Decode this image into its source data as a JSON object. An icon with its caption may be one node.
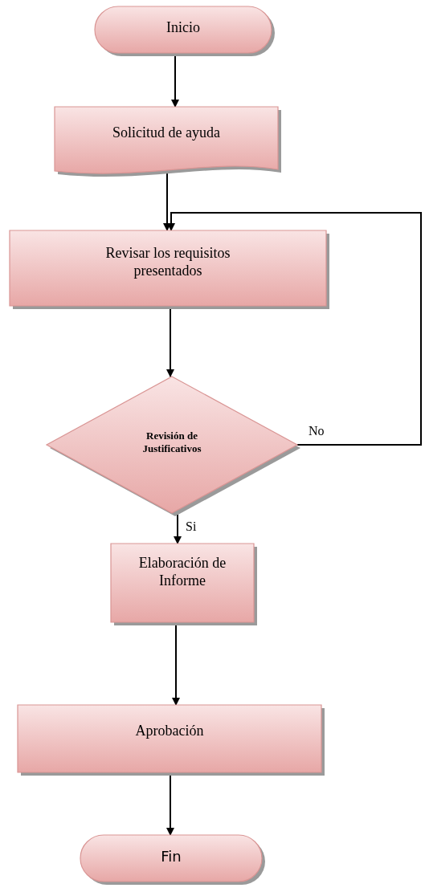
{
  "diagram": {
    "nodes": [
      {
        "text": [
          "Inicio"
        ]
      },
      {
        "text": [
          "Solicitud de ayuda"
        ]
      },
      {
        "text": [
          "Revisar los requisitos presentados"
        ]
      },
      {
        "text": [
          "Revisión de Justificativos"
        ]
      },
      {
        "text": [
          "Elaboración de Informe"
        ]
      },
      {
        "text": [
          "Aprobación"
        ]
      },
      {
        "text": [
          "Fin"
        ]
      }
    ],
    "edges": [
      {
        "from": 0,
        "to": 1,
        "arrow": "to"
      },
      {
        "from": 1,
        "to": 2,
        "arrow": "to"
      },
      {
        "from": 2,
        "to": 3,
        "arrow": "to"
      },
      {
        "from": 3,
        "to": 4,
        "arrow": "to",
        "label": "Si"
      },
      {
        "from": 4,
        "to": 5,
        "arrow": "to"
      },
      {
        "from": 5,
        "to": 6,
        "arrow": "to"
      },
      {
        "from": 3,
        "to": 2,
        "arrow": "to",
        "label": "No"
      }
    ]
  }
}
